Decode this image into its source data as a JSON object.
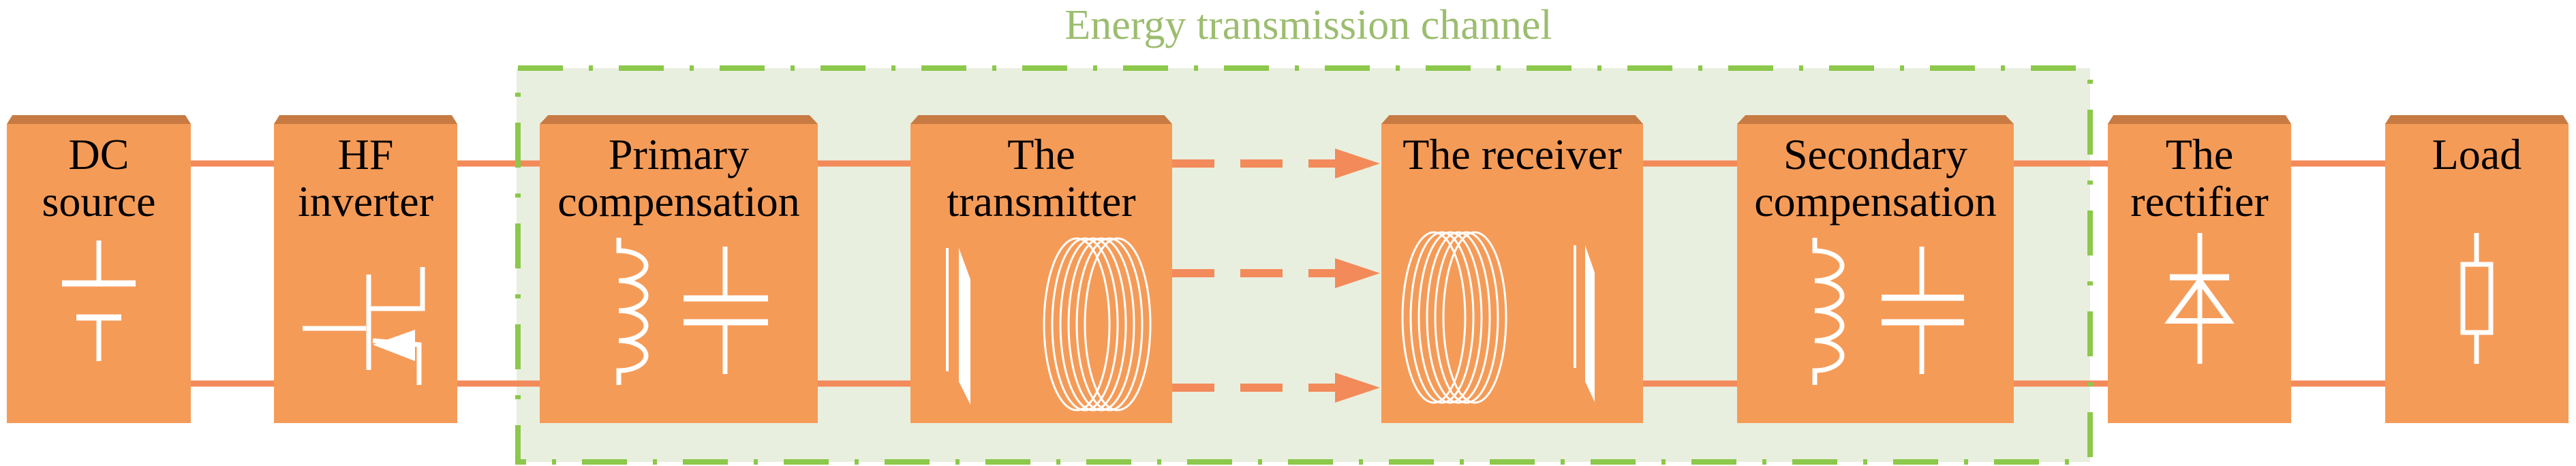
{
  "title": "Energy transmission channel",
  "blocks": [
    {
      "line1": "DC",
      "line2": "source",
      "icon": "battery-icon"
    },
    {
      "line1": "HF",
      "line2": "inverter",
      "icon": "igbt-icon"
    },
    {
      "line1": "Primary",
      "line2": "compensation",
      "icon": "lc-icon"
    },
    {
      "line1": "The",
      "line2": "transmitter",
      "icon": "transmit-coil-icon"
    },
    {
      "line1": "The receiver",
      "line2": "",
      "icon": "receive-coil-icon"
    },
    {
      "line1": "Secondary",
      "line2": "compensation",
      "icon": "lc-icon"
    },
    {
      "line1": "The",
      "line2": "rectifier",
      "icon": "diode-icon"
    },
    {
      "line1": "Load",
      "line2": "",
      "icon": "resistor-icon"
    }
  ],
  "colors": {
    "box": "#f59b58",
    "bevel": "#c77b43",
    "wire": "#f38a5a",
    "channel_bg": "#e9efdf",
    "channel_border": "#8cc84b",
    "title": "#9cbd70"
  }
}
